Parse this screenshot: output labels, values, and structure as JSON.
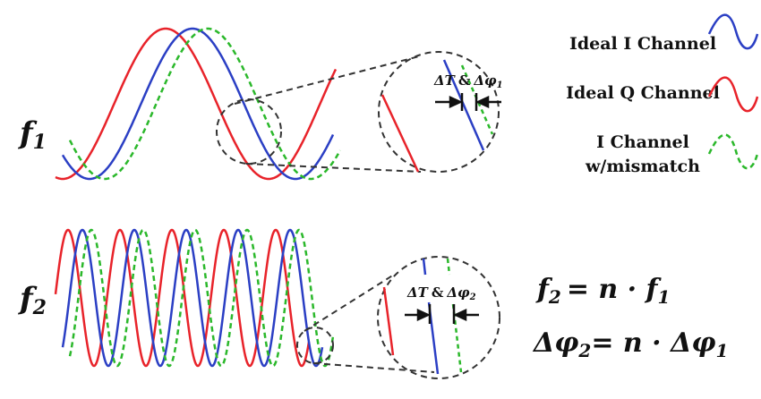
{
  "colors": {
    "ideal_i": "#2b3fc4",
    "ideal_q": "#e8232a",
    "mismatch_i": "#2bb82b",
    "guide": "#333333"
  },
  "labels": {
    "f1": "f",
    "f1_sub": "1",
    "f2": "f",
    "f2_sub": "2"
  },
  "legend": [
    {
      "line1": "Ideal I Channel",
      "line2": "",
      "style": "solid",
      "color_key": "ideal_i"
    },
    {
      "line1": "Ideal Q Channel",
      "line2": "",
      "style": "solid",
      "color_key": "ideal_q"
    },
    {
      "line1": "I Channel",
      "line2": "w/mismatch",
      "style": "dashed",
      "color_key": "mismatch_i"
    }
  ],
  "zoom_annotations": {
    "top": {
      "dt": "ΔT",
      "amp": "&",
      "dphi": "Δφ",
      "sub": "1"
    },
    "bottom": {
      "dt": "ΔT",
      "amp": "&",
      "dphi": "Δφ",
      "sub": "2"
    }
  },
  "equations": {
    "eq1": {
      "lhs": "f",
      "lhs_sub": "2",
      "rhs": "= n · f",
      "rhs_sub": "1"
    },
    "eq2": {
      "lhs": "Δφ",
      "lhs_sub": "2",
      "rhs": "= n · Δφ",
      "rhs_sub": "1"
    }
  }
}
